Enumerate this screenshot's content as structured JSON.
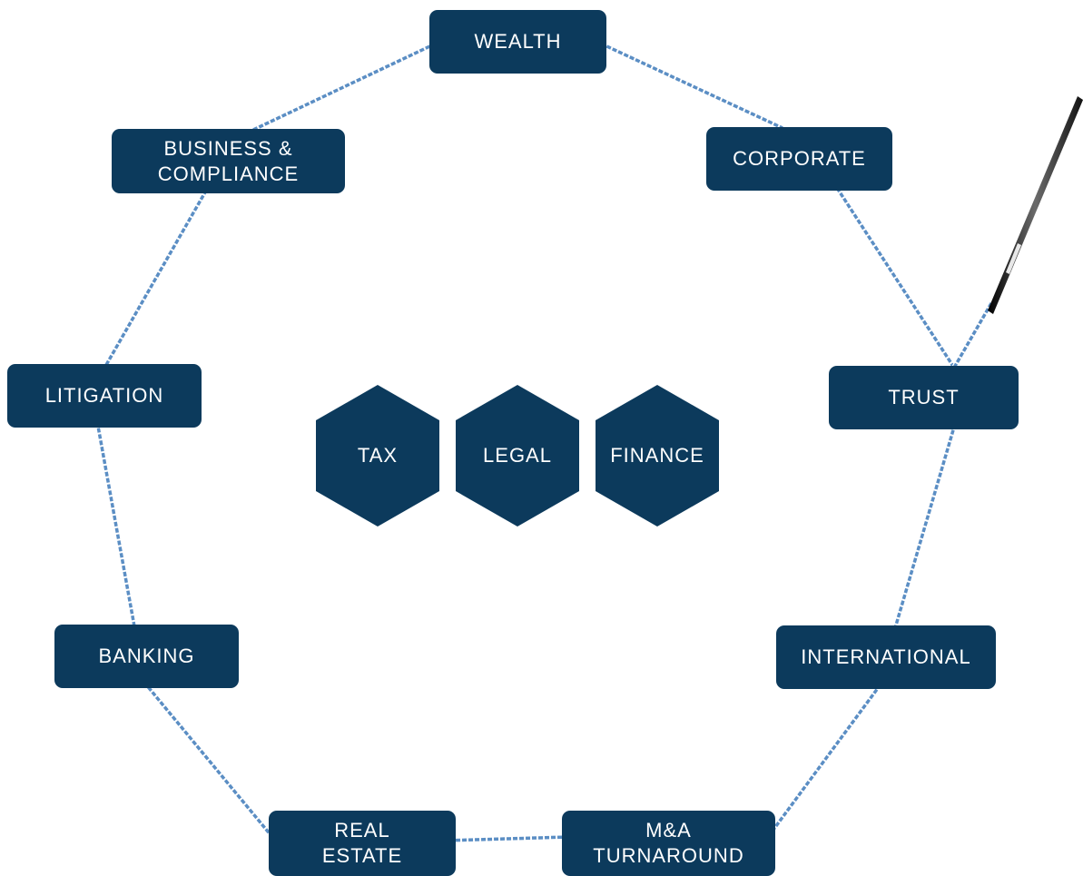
{
  "nodes": {
    "wealth": "WEALTH",
    "corporate": "CORPORATE",
    "trust": "TRUST",
    "international": "INTERNATIONAL",
    "ma_turnaround": "M&A\nTURNAROUND",
    "real_estate": "REAL\nESTATE",
    "banking": "BANKING",
    "litigation": "LITIGATION",
    "business_compliance": "BUSINESS &\nCOMPLIANCE"
  },
  "hexagons": {
    "tax": "TAX",
    "legal": "LEGAL",
    "finance": "FINANCE"
  },
  "colors": {
    "box_fill": "#0c3a5c",
    "box_text": "#ffffff",
    "thread": "#5b8ec4",
    "needle": "#1c1c1c"
  },
  "icons": {
    "needle": "sewing-needle-icon"
  }
}
